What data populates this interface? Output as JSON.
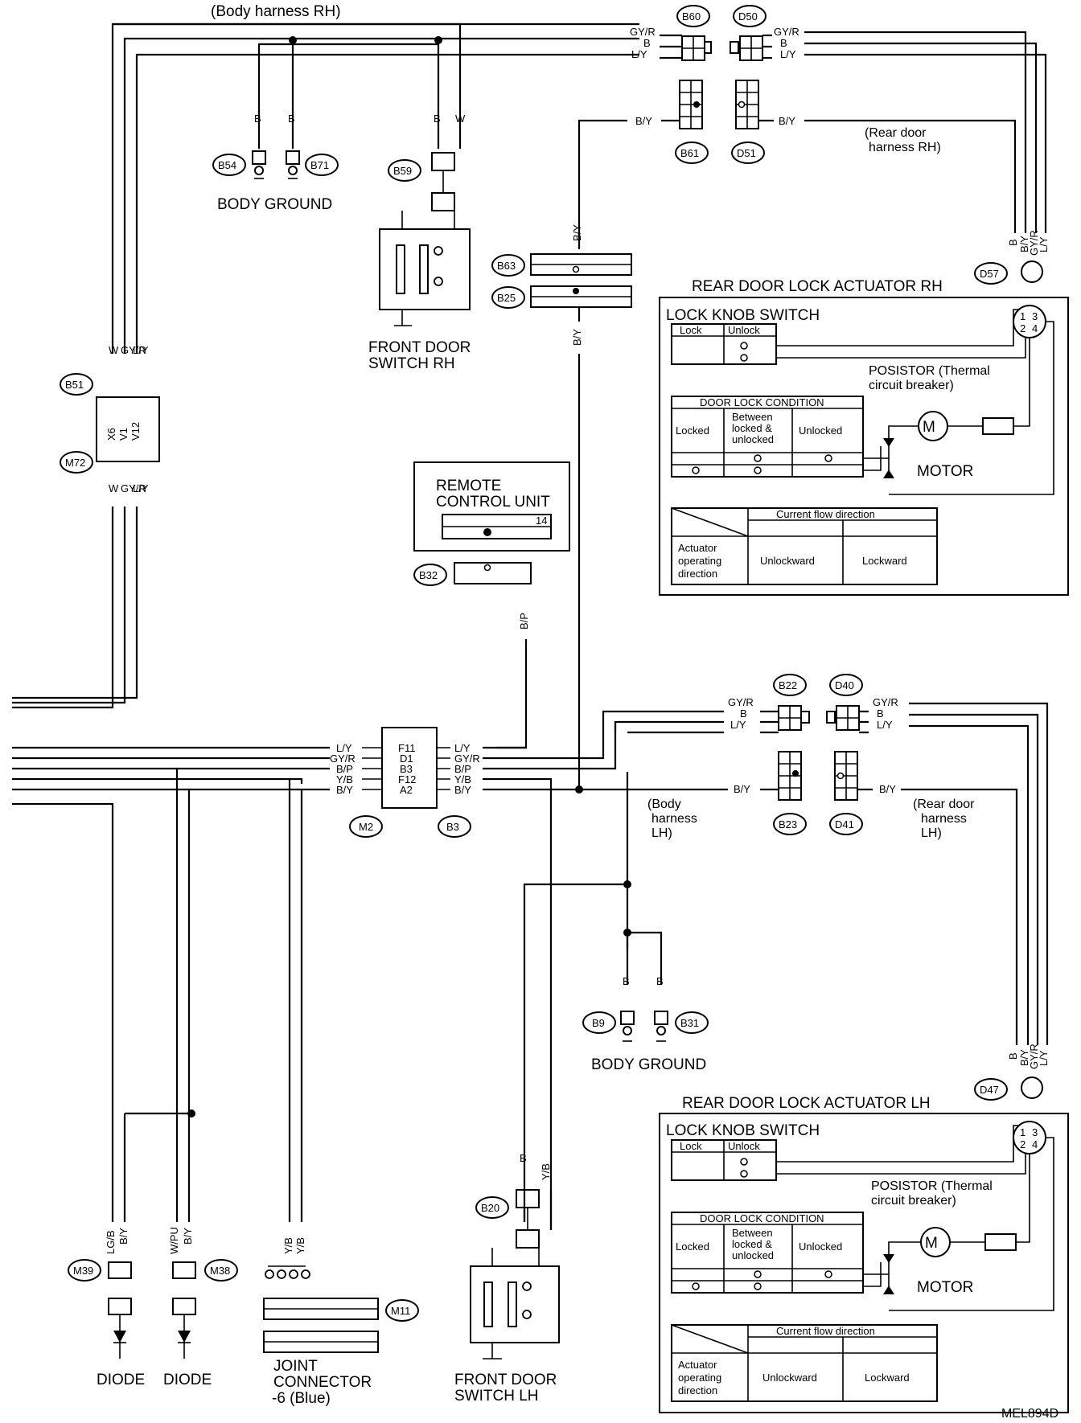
{
  "diagram_id": "MEL894D",
  "harness_labels": {
    "body_rh": "(Body harness RH)",
    "rear_door_rh_1": "(Rear door",
    "rear_door_rh_2": "harness RH)",
    "body_lh_1": "(Body",
    "body_lh_2": "harness",
    "body_lh_3": "LH)",
    "rear_door_lh_1": "(Rear door",
    "rear_door_lh_2": "harness",
    "rear_door_lh_3": "LH)"
  },
  "connectors": {
    "B60": "B60",
    "D50": "D50",
    "B61": "B61",
    "D51": "D51",
    "B54": "B54",
    "B71": "B71",
    "B59": "B59",
    "D57": "D57",
    "B63": "B63",
    "B25": "B25",
    "B51": "B51",
    "M72": "M72",
    "B32": "B32",
    "B22": "B22",
    "D40": "D40",
    "B23": "B23",
    "D41": "D41",
    "M2": "M2",
    "B3": "B3",
    "B9": "B9",
    "B31": "B31",
    "D47": "D47",
    "B20": "B20",
    "M39": "M39",
    "M38": "M38",
    "M11": "M11"
  },
  "wire_colors": {
    "GY_R": "GY/R",
    "B": "B",
    "L_Y": "L/Y",
    "B_Y": "B/Y",
    "W": "W",
    "B_P": "B/P",
    "Y_B": "Y/B",
    "LG_B": "LG/B",
    "W_PU": "W/PU"
  },
  "components": {
    "body_ground_top": "BODY GROUND",
    "body_ground_bottom": "BODY GROUND",
    "front_door_switch_rh_1": "FRONT DOOR",
    "front_door_switch_rh_2": "SWITCH RH",
    "front_door_switch_lh_1": "FRONT DOOR",
    "front_door_switch_lh_2": "SWITCH LH",
    "remote_control_1": "REMOTE",
    "remote_control_2": "CONTROL UNIT",
    "remote_pin": "14",
    "diode_1": "DIODE",
    "diode_2": "DIODE",
    "joint_1": "JOINT",
    "joint_2": "CONNECTOR",
    "joint_3": "-6 (Blue)"
  },
  "joint_b51": {
    "pins": [
      "X6",
      "V1",
      "V12"
    ]
  },
  "joint_m2": {
    "pins": [
      "F11",
      "D1",
      "B3",
      "F12",
      "A2"
    ]
  },
  "actuator_rh": {
    "title": "REAR DOOR LOCK ACTUATOR RH",
    "lock_knob_switch": "LOCK KNOB SWITCH",
    "lock": "Lock",
    "unlock": "Unlock",
    "posistor_1": "POSISTOR (Thermal",
    "posistor_2": "circuit breaker)",
    "door_lock_condition": "DOOR LOCK CONDITION",
    "locked": "Locked",
    "between_1": "Between",
    "between_2": "locked &",
    "between_3": "unlocked",
    "unlocked": "Unlocked",
    "motor": "MOTOR",
    "current_flow": "Current flow direction",
    "actuator_op_1": "Actuator",
    "actuator_op_2": "operating",
    "actuator_op_3": "direction",
    "unlockward": "Unlockward",
    "lockward": "Lockward",
    "pins": [
      "1",
      "3",
      "2",
      "4"
    ]
  },
  "actuator_lh": {
    "title": "REAR DOOR LOCK ACTUATOR LH",
    "lock_knob_switch": "LOCK KNOB SWITCH",
    "lock": "Lock",
    "unlock": "Unlock",
    "posistor_1": "POSISTOR (Thermal",
    "posistor_2": "circuit breaker)",
    "door_lock_condition": "DOOR LOCK CONDITION",
    "locked": "Locked",
    "between_1": "Between",
    "between_2": "locked &",
    "between_3": "unlocked",
    "unlocked": "Unlocked",
    "motor": "MOTOR",
    "current_flow": "Current flow direction",
    "actuator_op_1": "Actuator",
    "actuator_op_2": "operating",
    "actuator_op_3": "direction",
    "unlockward": "Unlockward",
    "lockward": "Lockward",
    "pins": [
      "1",
      "3",
      "2",
      "4"
    ]
  }
}
